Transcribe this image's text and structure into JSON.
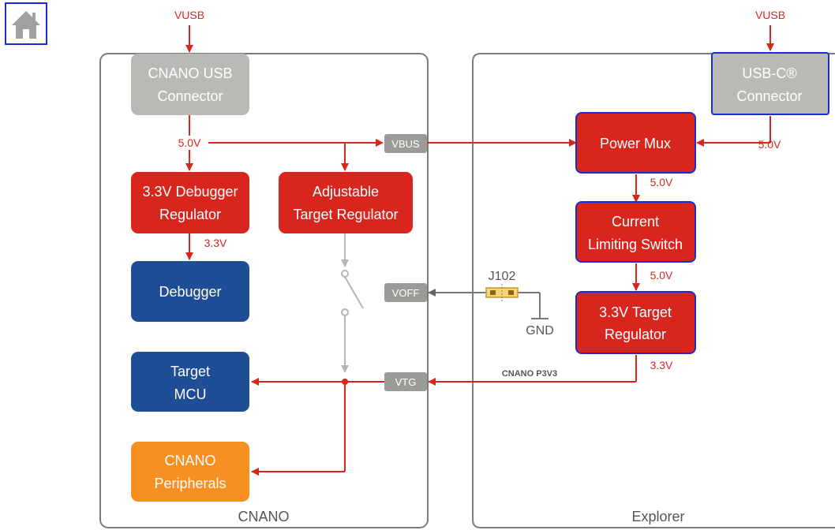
{
  "nav": {
    "home_icon": "home-icon"
  },
  "colors": {
    "red": "#d8261f",
    "gray_box": "#b9bab5",
    "dark_blue": "#1f4e96",
    "orange": "#f59021",
    "tag_gray": "#9a9c98",
    "select_blue": "#1c2bd6",
    "frame": "#7c7c7c",
    "gray_line": "#b5b6b3",
    "dark_line": "#777777",
    "jumper_yellow": "#f5d57a"
  },
  "diagram": {
    "vusb_left": "VUSB",
    "vusb_right": "VUSB",
    "cnano_usb_line1": "CNANO USB",
    "cnano_usb_line2": "Connector",
    "v50_a": "5.0V",
    "vbus": "VBUS",
    "dbg_reg_line1": "3.3V Debugger",
    "dbg_reg_line2": "Regulator",
    "v33_a": "3.3V",
    "adj_line1": "Adjustable",
    "adj_line2": "Target Regulator",
    "debugger": "Debugger",
    "voff": "VOFF",
    "target_line1": "Target",
    "target_line2": "MCU",
    "vtg": "VTG",
    "periph_line1": "CNANO",
    "periph_line2": "Peripherals",
    "cnano_label": "CNANO",
    "usbc_line1": "USB-C®",
    "usbc_line2": "Connector",
    "power_mux": "Power Mux",
    "v50_right": "5.0V",
    "v50_b": "5.0V",
    "cls_line1": "Current",
    "cls_line2": "Limiting Switch",
    "v50_c": "5.0V",
    "treg_line1": "3.3V Target",
    "treg_line2": "Regulator",
    "v33_b": "3.3V",
    "j102": "J102",
    "gnd": "GND",
    "cnano_p3v3": "CNANO P3V3",
    "explorer_label": "Explorer"
  }
}
